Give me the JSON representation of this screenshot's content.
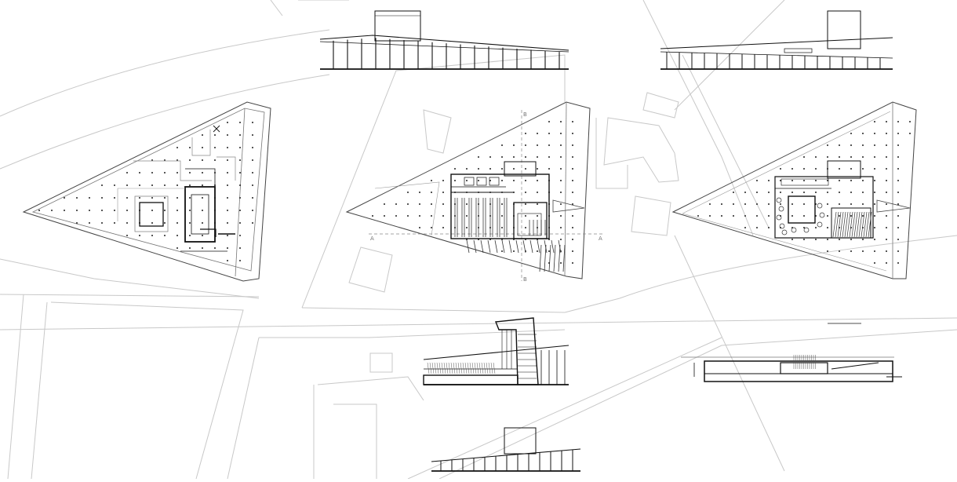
{
  "drawing": {
    "views": [
      {
        "id": "plan-left",
        "kind": "floor plan"
      },
      {
        "id": "plan-center",
        "kind": "floor plan"
      },
      {
        "id": "plan-right",
        "kind": "floor plan"
      },
      {
        "id": "elevation-top-center",
        "kind": "elevation"
      },
      {
        "id": "elevation-top-right",
        "kind": "elevation"
      },
      {
        "id": "section-center",
        "kind": "section"
      },
      {
        "id": "section-right",
        "kind": "section"
      },
      {
        "id": "elevation-bottom",
        "kind": "elevation"
      }
    ],
    "labels": {
      "section_marker_a": "A",
      "section_marker_b": "B"
    }
  },
  "colors": {
    "site_lines": "#c8c8c8",
    "building_lines": "#111111",
    "grid_dots": "#222222",
    "hatch": "#555555"
  }
}
